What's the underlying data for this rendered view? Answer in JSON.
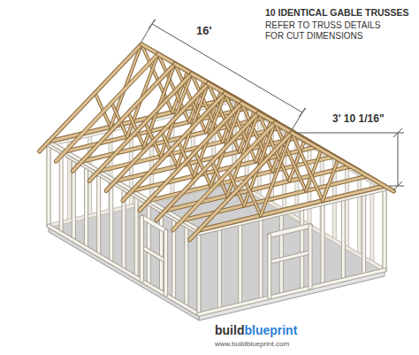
{
  "diagram": {
    "labels": [
      "10 IDENTICAL GABLE TRUSSES",
      "REFER TO TRUSS DETAILS FOR CUT DIMENSIONS",
      "16'",
      "3' 10 1/16\"",
      "build",
      "blueprint",
      "www.buildblueprint.com"
    ]
  }
}
